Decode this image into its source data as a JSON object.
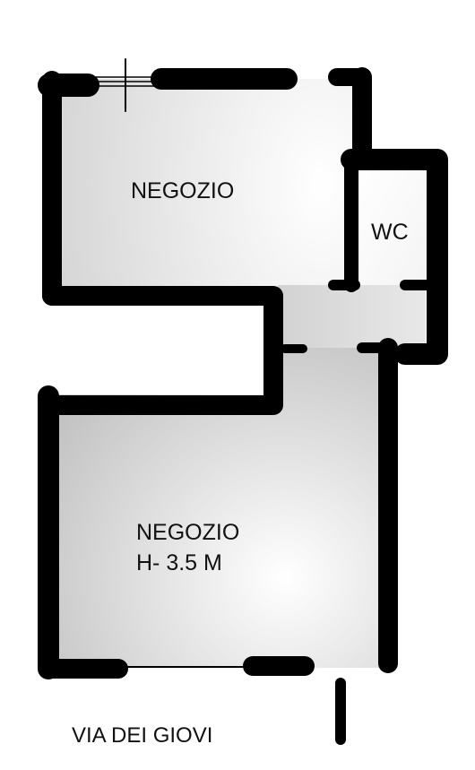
{
  "floor_plan": {
    "rooms": [
      {
        "id": "upper-shop",
        "label": "NEGOZIO"
      },
      {
        "id": "wc",
        "label": "WC"
      },
      {
        "id": "lower-shop",
        "label_line1": "NEGOZIO",
        "label_line2": "H- 3.5 M"
      }
    ],
    "street_label": "VIA DEI GIOVI"
  },
  "colors": {
    "wall": "#000000",
    "floor_light": "#ffffff",
    "floor_shade": "#c4c4c4",
    "label_text": "#111111",
    "background": "#ffffff"
  }
}
